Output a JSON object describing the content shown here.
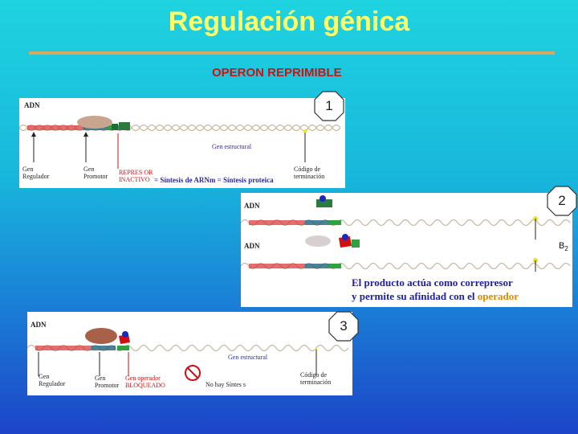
{
  "title": "Regulación génica",
  "subtitle": "OPERON REPRIMIBLE",
  "panel1": {
    "badge": "1",
    "adn": "ADN",
    "gen_estructural": "Gen estructural",
    "gen_regulador": "Gen\nRegulador",
    "gen_promotor": "Gen\nPromotor",
    "represor": "REPRES OR\nINACTIVO",
    "sintesis": "= Síntesis de ARNm = Síntesis proteica",
    "codigo": "Código de\nterminación"
  },
  "panel2": {
    "badge": "2",
    "adn_top": "ADN",
    "adn_bottom": "ADN",
    "b2_main": "B",
    "b2_sub": "2",
    "caption_line1": "El producto actúa como correpresor",
    "caption_line2_a": "y permite  su afinidad  con  el",
    "caption_line2_b": "operador"
  },
  "panel3": {
    "badge": "3",
    "adn": "ADN",
    "gen_estructural": "Gen estructural",
    "gen_regulador": "Gen\nRegulador",
    "gen_promotor": "Gen\nPromotor",
    "gen_operador": "Gen operador\nBLOQUEADO",
    "no_sintesis": "No hay Síntes s",
    "codigo": "Código de\nterminación"
  },
  "colors": {
    "title": "#ffff66",
    "subtitle": "#c81414",
    "rule": "#d9a860",
    "caption": "#2020a0"
  }
}
